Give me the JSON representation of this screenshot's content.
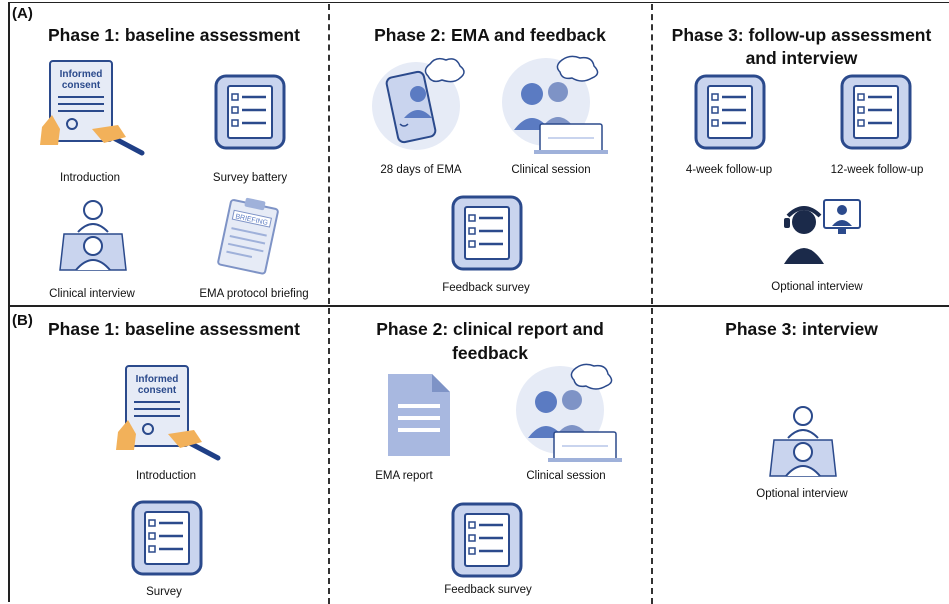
{
  "panels": [
    {
      "label": "(A)",
      "phases": [
        {
          "title": "Phase 1: baseline assessment",
          "items": [
            {
              "caption": "Introduction",
              "icon": "informed-consent-icon",
              "icon_text": [
                "Informed",
                "consent"
              ]
            },
            {
              "caption": "Survey battery",
              "icon": "survey-checklist-icon"
            },
            {
              "caption": "Clinical interview",
              "icon": "interview-desk-icon"
            },
            {
              "caption": "EMA protocol briefing",
              "icon": "briefing-clipboard-icon",
              "icon_text": "BRIEFING"
            }
          ]
        },
        {
          "title": "Phase 2: EMA and feedback",
          "items": [
            {
              "caption": "28 days of EMA",
              "icon": "smartphone-ema-icon"
            },
            {
              "caption": "Clinical session",
              "icon": "clinical-session-icon"
            },
            {
              "caption": "Feedback survey",
              "icon": "survey-checklist-icon"
            }
          ]
        },
        {
          "title_line1": "Phase 3: follow-up assessment",
          "title_line2": "and interview",
          "items": [
            {
              "caption": "4-week follow-up",
              "icon": "survey-checklist-icon"
            },
            {
              "caption": "12-week follow-up",
              "icon": "survey-checklist-icon"
            },
            {
              "caption": "Optional interview",
              "icon": "video-interview-icon"
            }
          ]
        }
      ]
    },
    {
      "label": "(B)",
      "phases": [
        {
          "title": "Phase 1: baseline assessment",
          "items": [
            {
              "caption": "Introduction",
              "icon": "informed-consent-icon",
              "icon_text": [
                "Informed",
                "consent"
              ]
            },
            {
              "caption": "Survey",
              "icon": "survey-checklist-icon"
            }
          ]
        },
        {
          "title_line1": "Phase 2: clinical report and",
          "title_line2": "feedback",
          "items": [
            {
              "caption": "EMA report",
              "icon": "document-report-icon"
            },
            {
              "caption": "Clinical session",
              "icon": "clinical-session-icon"
            },
            {
              "caption": "Feedback survey",
              "icon": "survey-checklist-icon"
            }
          ]
        },
        {
          "title": "Phase 3: interview",
          "items": [
            {
              "caption": "Optional interview",
              "icon": "interview-desk-icon"
            }
          ]
        }
      ]
    }
  ],
  "colors": {
    "navy": "#2b4a8c",
    "icon_blue": "#5b7bc2",
    "icon_light": "#c9d4ee",
    "icon_bg": "#e6ebf6",
    "skin": "#f2b15a",
    "pen": "#1f3f86"
  }
}
